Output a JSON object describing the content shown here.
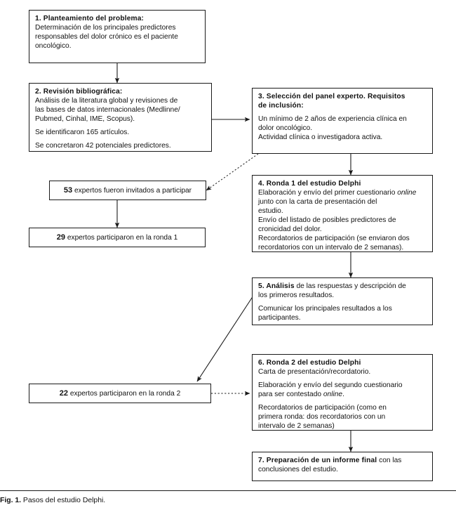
{
  "figure": {
    "caption_label": "Fig. 1.",
    "caption_text": "Pasos del estudio Delphi.",
    "line_color": "#1a1a1a",
    "box_border_color": "#1a1a1a",
    "background": "#ffffff"
  },
  "boxes": {
    "step1": {
      "heading": "1. Planteamiento del problema:",
      "line1": "Determinación de los principales predictores",
      "line2": "responsables del dolor crónico es el paciente",
      "line3": "oncológico."
    },
    "step2": {
      "heading": "2. Revisión bibliográfica:",
      "line1": "Análisis de la literatura global y revisiones de",
      "line2": "las bases de datos internacionales (Medlinne/",
      "line3": "Pubmed, Cinhal, IME, Scopus).",
      "line4": "Se identificaron 165 artículos.",
      "line5": "Se concretaron 42 potenciales predictores."
    },
    "step3": {
      "heading1": "3. Selección del panel experto. Requisitos",
      "heading2": "de inclusión:",
      "line1": "Un mínimo de 2 años de experiencia clínica en",
      "line2": "dolor oncológico.",
      "line3": "Actividad clínica o investigadora activa."
    },
    "step4": {
      "heading": "4. Ronda 1 del estudio Delphi",
      "line1a": "Elaboración y envío del primer cuestionario ",
      "line1_italic": "online",
      "line1b": " junto con la carta de presentación del",
      "line2": "estudio.",
      "line3": "Envío del listado de posibles predictores de",
      "line4": "cronicidad del dolor.",
      "line5": "Recordatorios de participación (se enviaron dos",
      "line6": "recordatorios con un intervalo de 2 semanas)."
    },
    "step5": {
      "heading": "5. Análisis",
      "line1": " de las respuestas y descripción de",
      "line2": "los primeros resultados.",
      "line3": "Comunicar los principales resultados a los",
      "line4": "participantes."
    },
    "step6": {
      "heading": "6. Ronda 2 del estudio Delphi",
      "line1": "Carta de presentación/recordatorio.",
      "line2": "Elaboración y envío del segundo cuestionario",
      "line3a": "para ser contestado ",
      "line3_italic": "online",
      "line3b": ".",
      "line4": "Recordatorios de participación (como en",
      "line5": "primera ronda: dos recordatorios con un",
      "line6": "intervalo de 2 semanas)"
    },
    "step7": {
      "heading": "7. Preparación de un informe final",
      "line1": " con las",
      "line2": "conclusiones del estudio."
    },
    "invited53": {
      "number": "53",
      "text": " expertos fueron invitados a participar"
    },
    "round1_participants": {
      "number": "29",
      "text": " expertos participaron en la ronda 1"
    },
    "round2_participants": {
      "number": "22",
      "text": " expertos participaron en la ronda 2"
    }
  },
  "connectors": [
    {
      "name": "step1-to-step2",
      "style": "solid",
      "direction": "down"
    },
    {
      "name": "step2-to-step3",
      "style": "solid",
      "direction": "right"
    },
    {
      "name": "step3-to-invited53",
      "style": "dotted",
      "direction": "diagonal-down-left"
    },
    {
      "name": "step3-to-step4",
      "style": "solid",
      "direction": "down"
    },
    {
      "name": "invited53-to-round1",
      "style": "solid",
      "direction": "down"
    },
    {
      "name": "step4-to-step5",
      "style": "solid",
      "direction": "down"
    },
    {
      "name": "step5-to-round2",
      "style": "solid",
      "direction": "diagonal-down-left"
    },
    {
      "name": "round2-to-step6",
      "style": "dotted",
      "direction": "right"
    },
    {
      "name": "step6-to-step7",
      "style": "solid",
      "direction": "down"
    }
  ]
}
